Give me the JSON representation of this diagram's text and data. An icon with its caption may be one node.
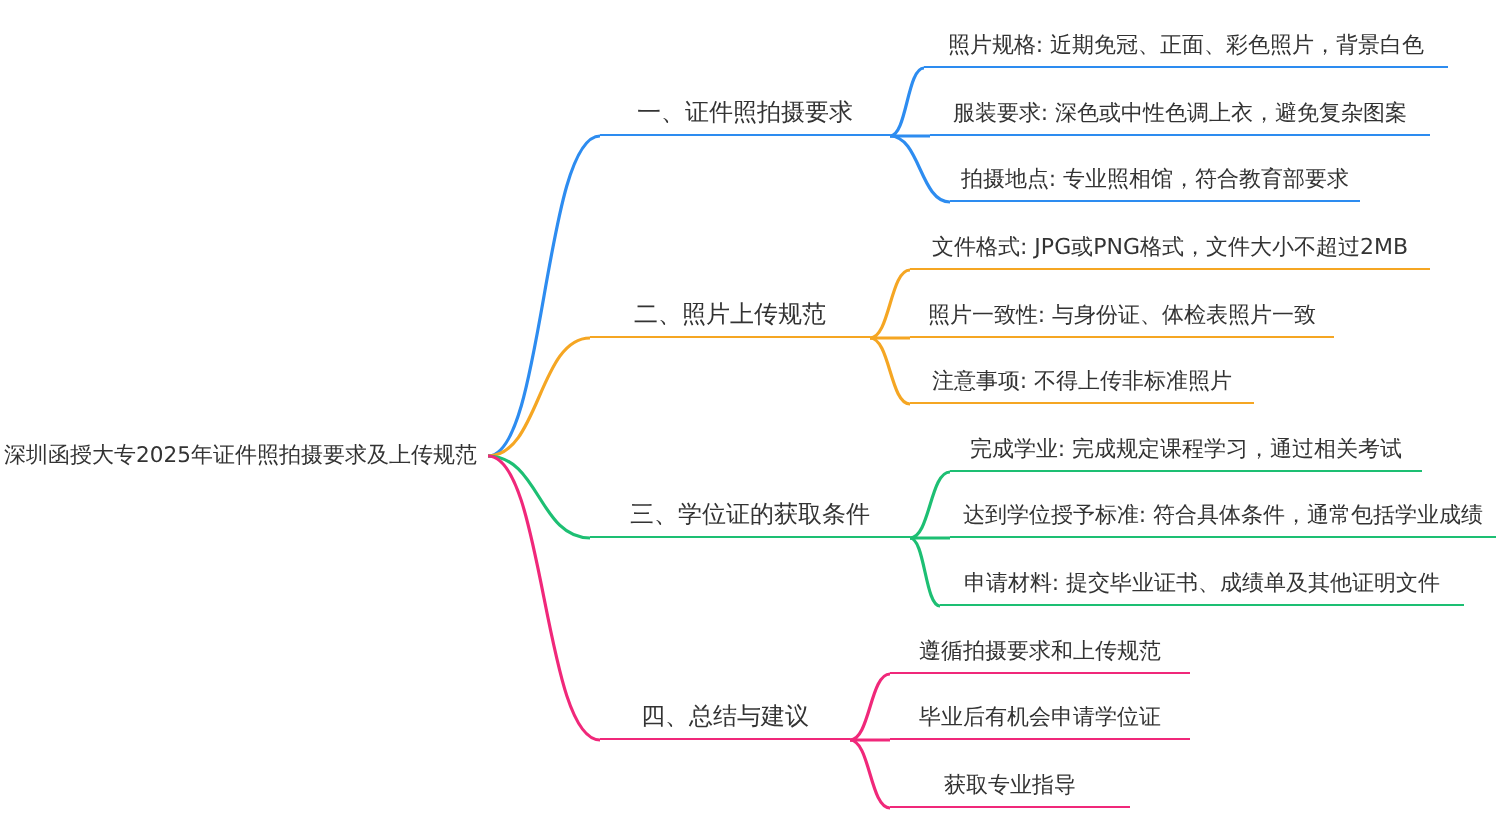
{
  "diagram": {
    "nodes": [
      {
        "text": [
          "深圳函授大专2025年证件照拍摄要求及上传规范"
        ]
      },
      {
        "text": [
          "一、证件照拍摄要求"
        ]
      },
      {
        "text": [
          "照片规格: 近期免冠、正面、彩色照片，背景白色"
        ]
      },
      {
        "text": [
          "服装要求: 深色或中性色调上衣，避免复杂图案"
        ]
      },
      {
        "text": [
          "拍摄地点: 专业照相馆，符合教育部要求"
        ]
      },
      {
        "text": [
          "二、照片上传规范"
        ]
      },
      {
        "text": [
          "文件格式: JPG或PNG格式，文件大小不超过2MB"
        ]
      },
      {
        "text": [
          "照片一致性: 与身份证、体检表照片一致"
        ]
      },
      {
        "text": [
          "注意事项: 不得上传非标准照片"
        ]
      },
      {
        "text": [
          "三、学位证的获取条件"
        ]
      },
      {
        "text": [
          "完成学业: 完成规定课程学习，通过相关考试"
        ]
      },
      {
        "text": [
          "达到学位授予标准: 符合具体条件，通常包括学业成绩"
        ]
      },
      {
        "text": [
          "申请材料: 提交毕业证书、成绩单及其他证明文件"
        ]
      },
      {
        "text": [
          "四、总结与建议"
        ]
      },
      {
        "text": [
          "遵循拍摄要求和上传规范"
        ]
      },
      {
        "text": [
          "毕业后有机会申请学位证"
        ]
      },
      {
        "text": [
          "获取专业指导"
        ]
      }
    ],
    "edges": [
      {
        "from": 0,
        "to": 1,
        "arrow": "none",
        "color": "#2d8cf0"
      },
      {
        "from": 1,
        "to": 2,
        "arrow": "none",
        "color": "#2d8cf0"
      },
      {
        "from": 1,
        "to": 3,
        "arrow": "none",
        "color": "#2d8cf0"
      },
      {
        "from": 1,
        "to": 4,
        "arrow": "none",
        "color": "#2d8cf0"
      },
      {
        "from": 0,
        "to": 5,
        "arrow": "none",
        "color": "#f5a623"
      },
      {
        "from": 5,
        "to": 6,
        "arrow": "none",
        "color": "#f5a623"
      },
      {
        "from": 5,
        "to": 7,
        "arrow": "none",
        "color": "#f5a623"
      },
      {
        "from": 5,
        "to": 8,
        "arrow": "none",
        "color": "#f5a623"
      },
      {
        "from": 0,
        "to": 9,
        "arrow": "none",
        "color": "#1dbf73"
      },
      {
        "from": 9,
        "to": 10,
        "arrow": "none",
        "color": "#1dbf73"
      },
      {
        "from": 9,
        "to": 11,
        "arrow": "none",
        "color": "#1dbf73"
      },
      {
        "from": 9,
        "to": 12,
        "arrow": "none",
        "color": "#1dbf73"
      },
      {
        "from": 0,
        "to": 13,
        "arrow": "none",
        "color": "#f0287a"
      },
      {
        "from": 13,
        "to": 14,
        "arrow": "none",
        "color": "#f0287a"
      },
      {
        "from": 13,
        "to": 15,
        "arrow": "none",
        "color": "#f0287a"
      },
      {
        "from": 13,
        "to": 16,
        "arrow": "none",
        "color": "#f0287a"
      }
    ]
  }
}
